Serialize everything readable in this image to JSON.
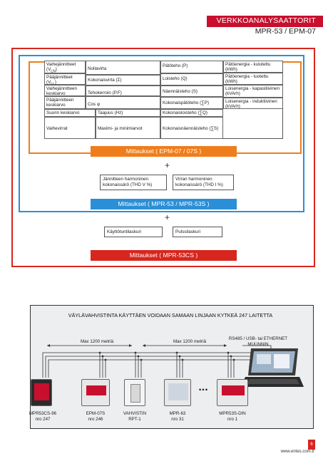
{
  "header": {
    "title": "VERKKOANALYSAATTORIT",
    "subtitle": "MPR-53 / EPM-07"
  },
  "grid": {
    "r1c1": "Vaihejännitteet (VLN)",
    "r1c1a": "Vaihejännitteet",
    "r1c1b": "(V",
    "r1c1sub": "LN",
    "r1c1c": ")",
    "r2c1a": "Pääjännitteet",
    "r2c1b": "(V",
    "r2c1sub": "LL",
    "r2c1c": ")",
    "r3c1": "Vaihejännitteen keskiarvo",
    "r4c1": "Pääjännitteen keskiarvo",
    "r5c1": "Suurin keskiarvo",
    "r6c1": "Vaihevirrat",
    "c2_1": "Nollavirta",
    "c2_2": "Kokonaisvirta (Σ)",
    "c2_3": "Tehokerroin (P.F)",
    "c2_4": "Cos φ",
    "c2_5": "Taajuus (Hz)",
    "c2_6": "Maximi- ja minimiarvot",
    "c3_1": "Pätöteho (P)",
    "c3_2": "Loisteho (Q)",
    "c3_3": "Näennäisteho (S)",
    "c3_4": "Kokonaispätöteho (∑P)",
    "c3_5": "Kokonaisloisteho (∑Q)",
    "c3_6": "Kokonaisnäennäisteho (∑S)",
    "c4_1": "Pätöenergia - kulutettu (kWh)",
    "c4_2": "Pätöenergia - tuotettu (kWh)",
    "c4_3": "Loisenergia - kapasitiivinen (kVArh)",
    "c4_4": "Loisenergia - induktiivinen (kVArh)"
  },
  "bands": {
    "orange": "Mittaukset ( EPM-07 / 07S )",
    "blue": "Mittaukset ( MPR-53 / MPR-53S )",
    "red": "Mittaukset ( MPR-53CS )"
  },
  "plus": "+",
  "boxes": {
    "thd_v": "Jännitteen harmoninen kokonaissärö (THD V %)",
    "thd_i": "Virran harmoninen kokonaissärö (THD I %)",
    "hours": "Käyttötuntilaskuri",
    "pulses": "Pulssilaskuri"
  },
  "panel": {
    "title": "VÄYLÄVAHVISTINTA KÄYTTÄEN VOIDAAN SAMAAN LINJAAN KYTKEÄ 247 LAITETTA",
    "max1": "Max 1200 metriä",
    "max2": "Max 1200 metriä",
    "rs485": "RS485 / USB- tai ETHERNET MUUNNIN",
    "ellipsis": "...",
    "devices": [
      {
        "name": "MPR53CS-96",
        "sub": "nro 247"
      },
      {
        "name": "EPM-07S",
        "sub": "nro 246"
      },
      {
        "name": "VAHVISTIN",
        "sub": "RPT-1"
      },
      {
        "name": "MPR-63",
        "sub": "nro 31"
      },
      {
        "name": "MPR53S-DIN",
        "sub": "nro 1"
      }
    ]
  },
  "footer": {
    "url": "www.entes.com.tr",
    "page": "6"
  },
  "colors": {
    "red": "#d7261e",
    "blue": "#2a8fd6",
    "orange": "#f07d1b"
  }
}
